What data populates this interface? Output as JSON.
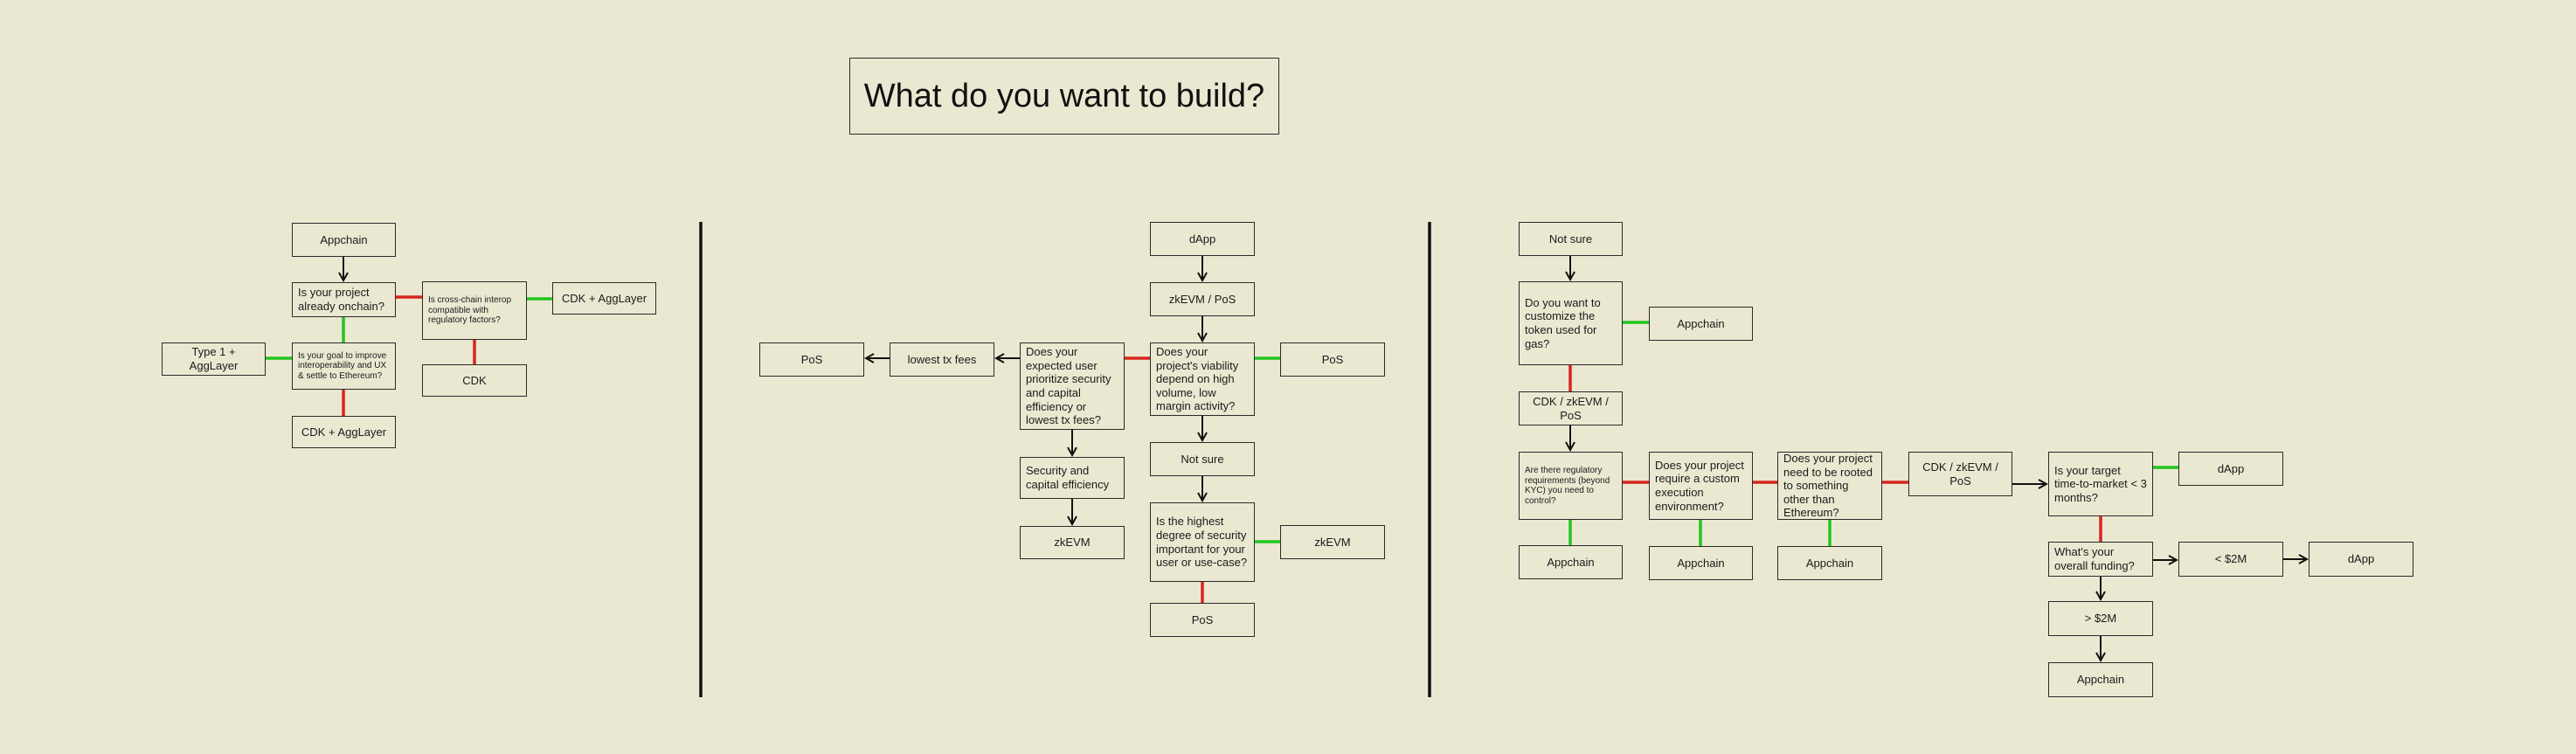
{
  "title": "What do you want to build?",
  "colors": {
    "background": "#ebe8d2",
    "yes": "#22c41e",
    "no": "#d7261e",
    "arrow": "#111111",
    "divider": "#111111"
  },
  "nodes": {
    "a_appchain": "Appchain",
    "a_onchain": "Is your project already onchain?",
    "a_crosschain": "Is cross-chain interop compatible with regulatory factors?",
    "a_cdk_agglayer_top": "CDK + AggLayer",
    "a_type1": "Type 1 + AggLayer",
    "a_goal": "Is your goal to improve interoperability and UX & settle to Ethereum?",
    "a_cdk": "CDK",
    "a_cdk_agglayer_bottom": "CDK + AggLayer",
    "b_dapp": "dApp",
    "b_zkevm_pos": "zkEVM / PoS",
    "b_viability": "Does your project's viability depend on high volume, low margin activity?",
    "b_pos_right": "PoS",
    "b_expected": "Does your expected user prioritize security and capital efficiency or lowest tx fees?",
    "b_lowest_fees": "lowest tx fees",
    "b_pos_left": "PoS",
    "b_security_capital": "Security and capital efficiency",
    "b_zkevm_left": "zkEVM",
    "b_not_sure": "Not sure",
    "b_highest_security": "Is the highest degree of security important for your user or use-case?",
    "b_zkevm_right": "zkEVM",
    "b_pos_bottom": "PoS",
    "c_not_sure": "Not sure",
    "c_customize": "Do you want to customize the token used for gas?",
    "c_appchain_top": "Appchain",
    "c_cdk_zkevm_pos": "CDK / zkEVM / PoS",
    "c_regulatory": "Are there regulatory requirements (beyond KYC) you need to control?",
    "c_custom_exec": "Does your project require a custom execution environment?",
    "c_rooted": "Does your project need to be rooted to something other than Ethereum?",
    "c_appchain_1": "Appchain",
    "c_appchain_2": "Appchain",
    "c_appchain_3": "Appchain",
    "c_cdk_zkevm_pos_2": "CDK / zkEVM / PoS",
    "c_time_to_market": "Is your target time-to-market < 3 months?",
    "c_dapp_top": "dApp",
    "c_funding": "What's your overall funding?",
    "c_lt_2m": "< $2M",
    "c_dapp_right": "dApp",
    "c_gt_2m": "> $2M",
    "c_appchain_bottom": "Appchain"
  }
}
